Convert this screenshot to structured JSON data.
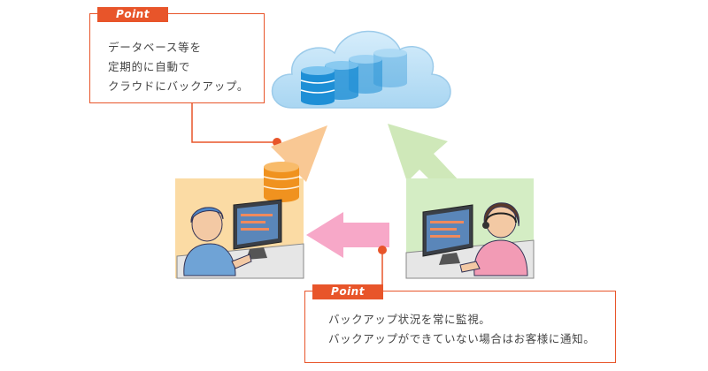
{
  "callouts": {
    "top": {
      "tag": "Point",
      "lines": [
        "データベース等を",
        "定期的に自動で",
        "クラウドにバックアップ。"
      ]
    },
    "bottom": {
      "tag": "Point",
      "lines": [
        "バックアップ状況を常に監視。",
        "バックアップができていない場合はお客様に通知。"
      ]
    }
  },
  "colors": {
    "accent": "#e8552a",
    "cloud": "#bfe2f7",
    "database": "#1e8fd6",
    "arrow_upload": "#f9c894",
    "arrow_monitor": "#cfe8b9",
    "arrow_notify": "#f7a8c8",
    "office_left_bg": "#fbdba4",
    "office_right_bg": "#d4edc4"
  },
  "icons": [
    "cloud-icon",
    "database-icon",
    "operator-icon",
    "support-agent-icon",
    "monitor-icon"
  ]
}
